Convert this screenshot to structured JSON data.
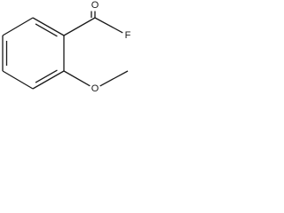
{
  "structure": {
    "atoms": [
      {
        "element": "C",
        "label": ""
      },
      {
        "element": "C",
        "label": ""
      },
      {
        "element": "C",
        "label": ""
      },
      {
        "element": "C",
        "label": ""
      },
      {
        "element": "C",
        "label": ""
      },
      {
        "element": "C",
        "label": ""
      },
      {
        "element": "C",
        "label": ""
      },
      {
        "element": "O",
        "label": "O"
      },
      {
        "element": "F",
        "label": "F"
      },
      {
        "element": "O",
        "label": "O"
      },
      {
        "element": "C",
        "label": ""
      }
    ],
    "bonds": [
      {
        "from": 0,
        "to": 1,
        "order": 1
      },
      {
        "from": 1,
        "to": 2,
        "order": 2
      },
      {
        "from": 2,
        "to": 3,
        "order": 1
      },
      {
        "from": 3,
        "to": 4,
        "order": 2
      },
      {
        "from": 4,
        "to": 5,
        "order": 1
      },
      {
        "from": 5,
        "to": 0,
        "order": 2
      },
      {
        "from": 0,
        "to": 6,
        "order": 1
      },
      {
        "from": 6,
        "to": 7,
        "order": 2
      },
      {
        "from": 6,
        "to": 8,
        "order": 1
      },
      {
        "from": 1,
        "to": 9,
        "order": 1
      },
      {
        "from": 9,
        "to": 10,
        "order": 1
      }
    ]
  }
}
